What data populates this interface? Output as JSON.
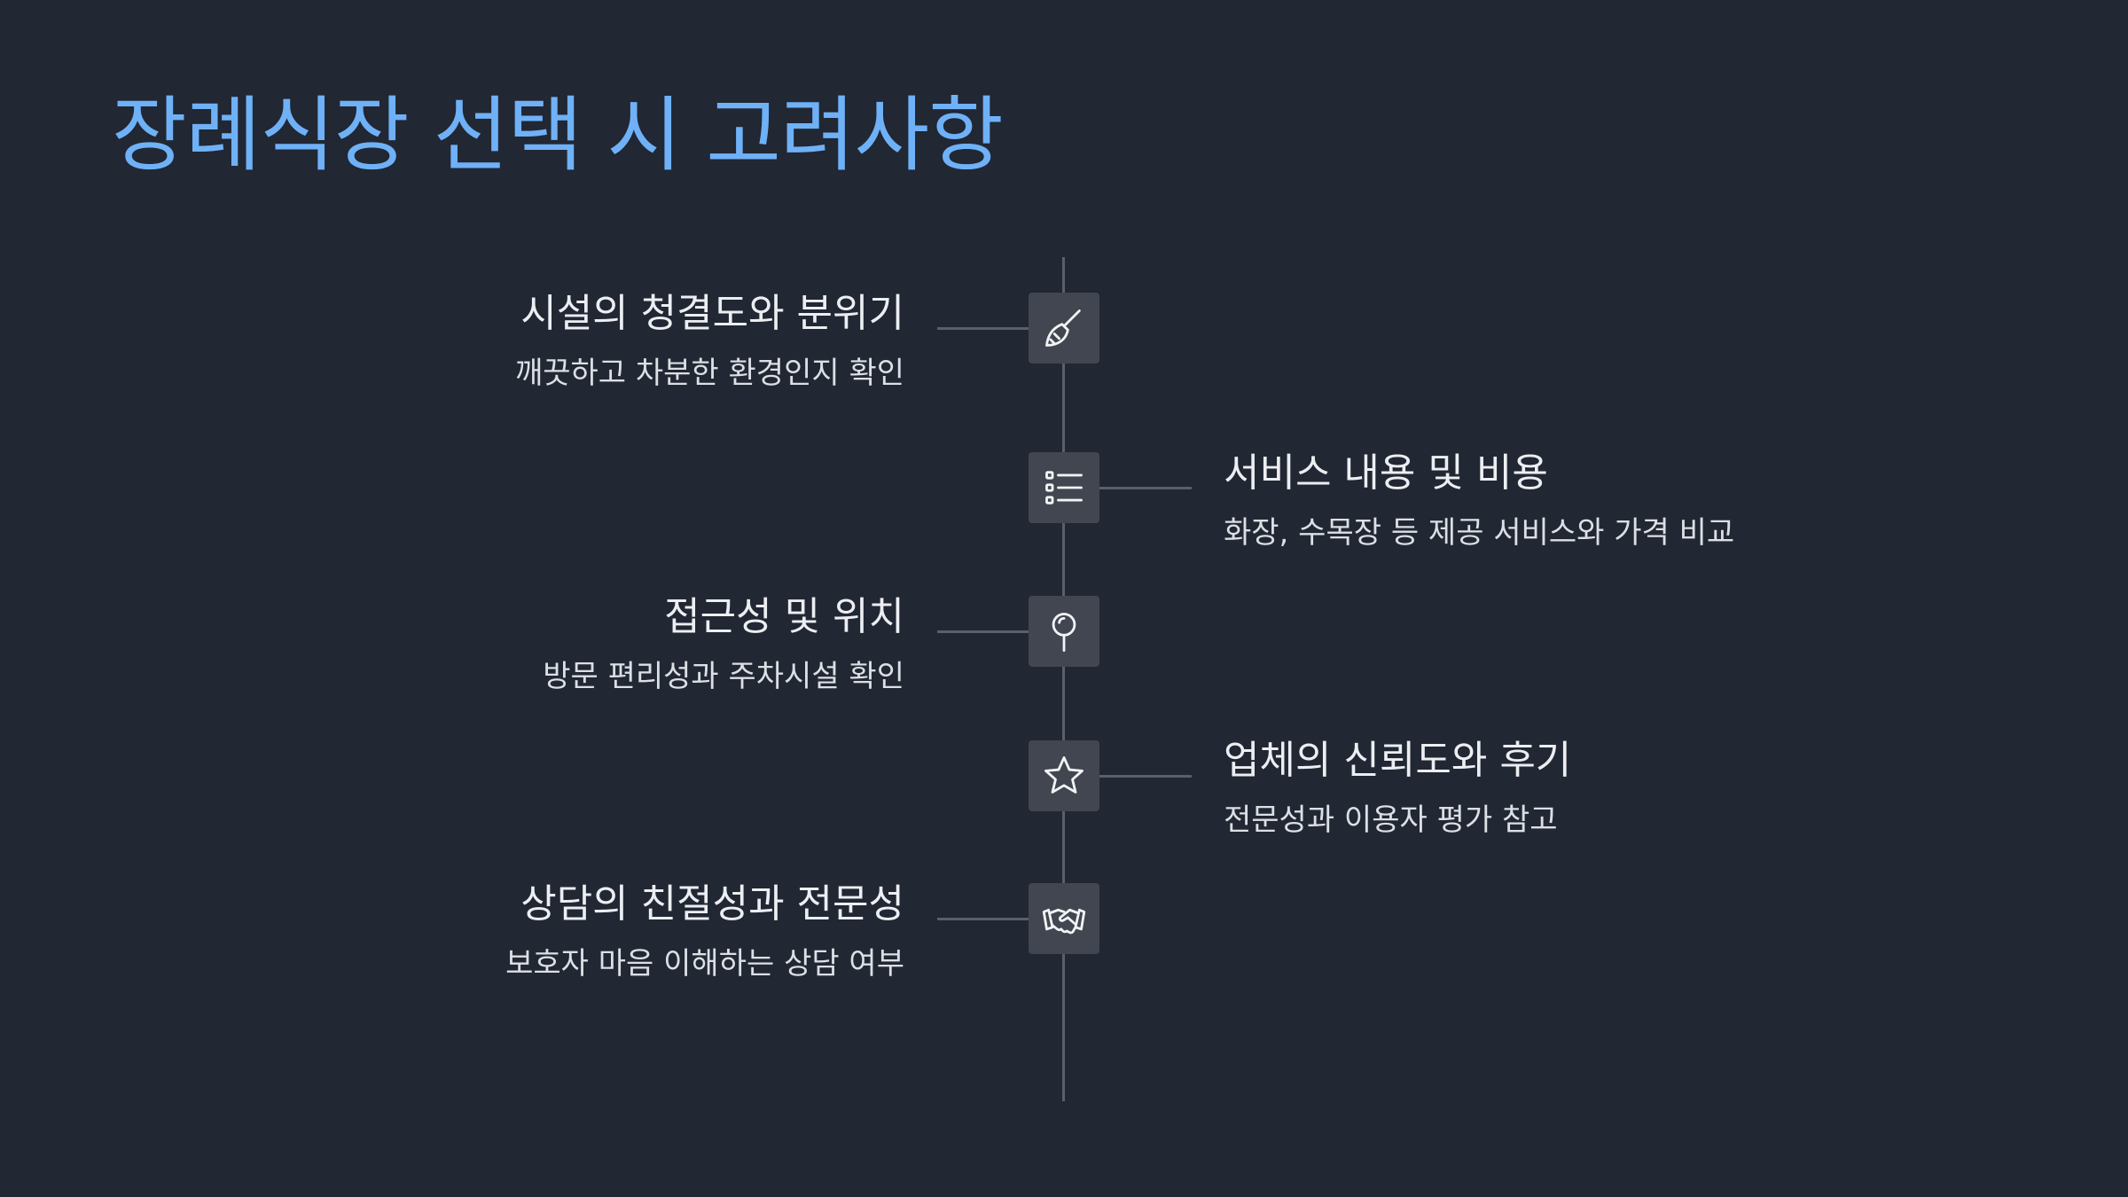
{
  "slide": {
    "title": "장례식장 선택 시 고려사항",
    "accent_color": "#6fb1f7",
    "text_color": "#eceef2",
    "background_color": "#212733"
  },
  "timeline": {
    "items": [
      {
        "side": "left",
        "icon": "broom-icon",
        "title": "시설의 청결도와 분위기",
        "description": "깨끗하고 차분한 환경인지 확인"
      },
      {
        "side": "right",
        "icon": "list-icon",
        "title": "서비스 내용 및 비용",
        "description": "화장, 수목장 등 제공 서비스와 가격 비교"
      },
      {
        "side": "left",
        "icon": "map-pin-icon",
        "title": "접근성 및 위치",
        "description": "방문 편리성과 주차시설 확인"
      },
      {
        "side": "right",
        "icon": "star-icon",
        "title": "업체의 신뢰도와 후기",
        "description": "전문성과 이용자 평가 참고"
      },
      {
        "side": "left",
        "icon": "handshake-icon",
        "title": "상담의 친절성과 전문성",
        "description": "보호자 마음 이해하는 상담 여부"
      }
    ]
  }
}
